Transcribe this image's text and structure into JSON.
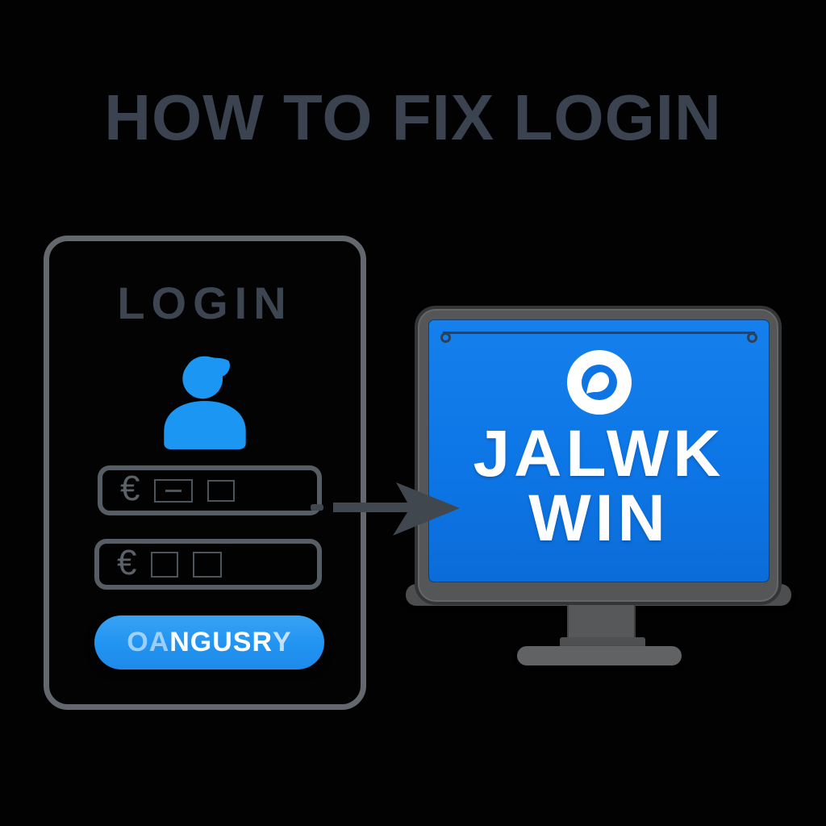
{
  "title": "HOW TO FIX LOGIN",
  "login_card": {
    "title": "LOGIN",
    "fields": [
      {
        "name": "username",
        "currency_glyph": "€"
      },
      {
        "name": "password",
        "currency_glyph": "€"
      }
    ],
    "button": {
      "label": "OANGUSRY",
      "prefix": "OA",
      "mid": "NGUSR",
      "suffix": "Y"
    }
  },
  "monitor": {
    "screen_line1": "JALWK",
    "screen_line2": "WIN",
    "logo_icon": "swirl-logo-icon"
  },
  "icons": {
    "avatar": "user-avatar-icon",
    "arrow": "arrow-right-icon",
    "logo": "swirl-logo-icon"
  },
  "colors": {
    "background": "#020202",
    "title_gray": "#3b4350",
    "card_border": "#63686e",
    "field_border": "#575d64",
    "accent_blue": "#1b97f3",
    "button_blue": "#2d9bf2",
    "screen_blue": "#0d76e6",
    "bezel_gray": "#545658",
    "arrow_gray": "#40474e",
    "screen_text_white": "#ffffff"
  }
}
